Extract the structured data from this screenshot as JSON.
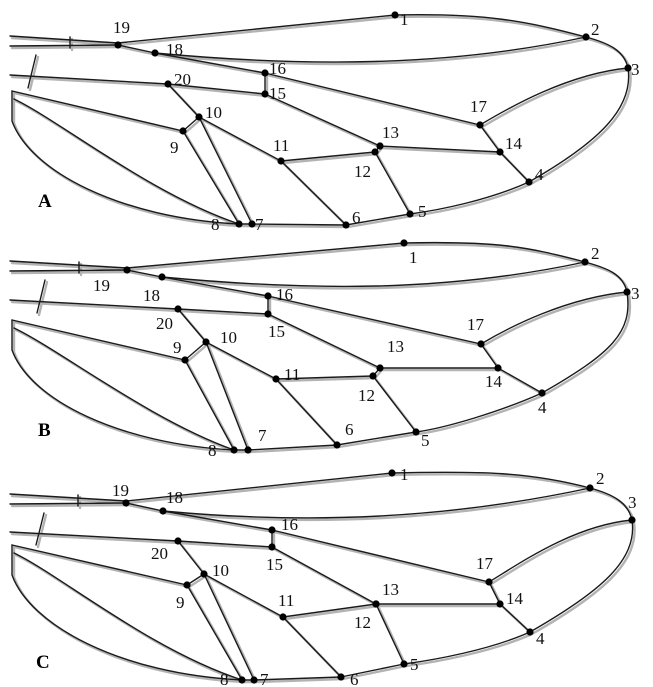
{
  "colors": {
    "vein": "#1a1a1a",
    "consensus_shadow": "#b3b3b3",
    "landmark": "#000000",
    "background": "#ffffff"
  },
  "panels": [
    {
      "label": "A",
      "landmark_labels": [
        "1",
        "2",
        "3",
        "4",
        "5",
        "6",
        "7",
        "8",
        "9",
        "10",
        "11",
        "12",
        "13",
        "14",
        "15",
        "16",
        "17",
        "18",
        "19",
        "20"
      ]
    },
    {
      "label": "B",
      "landmark_labels": [
        "1",
        "2",
        "3",
        "4",
        "5",
        "6",
        "7",
        "8",
        "9",
        "10",
        "11",
        "12",
        "13",
        "14",
        "15",
        "16",
        "17",
        "18",
        "19",
        "20"
      ]
    },
    {
      "label": "C",
      "landmark_labels": [
        "1",
        "2",
        "3",
        "4",
        "5",
        "6",
        "7",
        "8",
        "9",
        "10",
        "11",
        "12",
        "13",
        "14",
        "15",
        "16",
        "17",
        "18",
        "19",
        "20"
      ]
    }
  ]
}
